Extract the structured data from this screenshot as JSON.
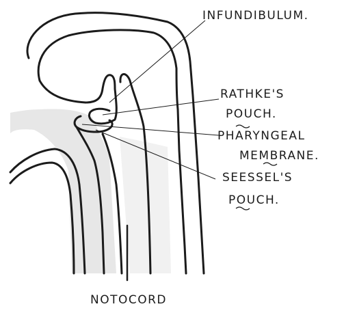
{
  "labels": {
    "infundibulum": "INFUNDIBULUM.",
    "rathkes_line1": "RATHKE'S",
    "rathkes_line2": "POUCH.",
    "pharyngeal_line1": "PHARYNGEAL",
    "pharyngeal_line2": "MEMBRANE.",
    "seessels_line1": "SEESSEL'S",
    "seessels_line2": "POUCH.",
    "notochord": "NOTOCORD"
  },
  "colors": {
    "ink": "#1b1b1b",
    "shading": "#d4d4d4"
  }
}
